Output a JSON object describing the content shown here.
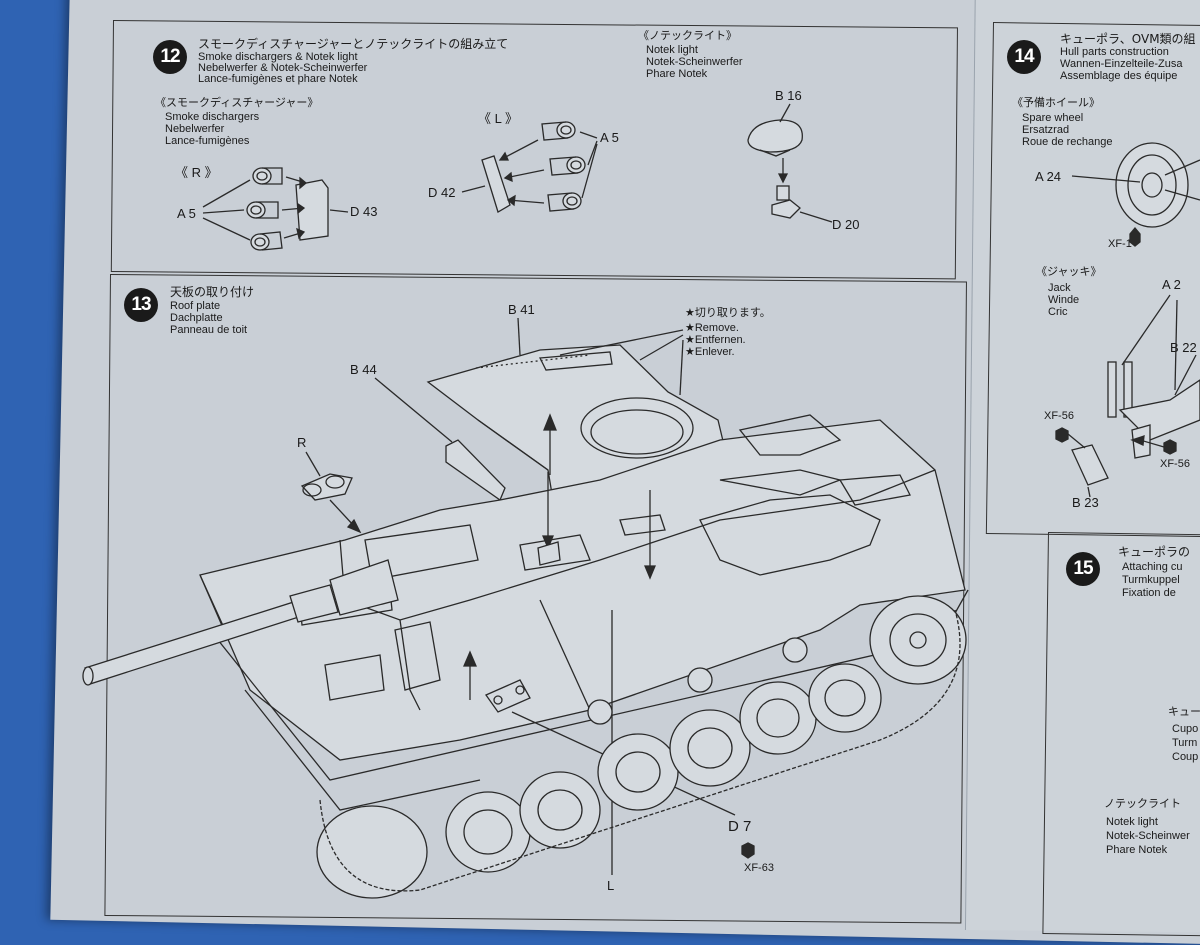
{
  "step12": {
    "number": "12",
    "title_ja": "スモークディスチャージャーとノテックライトの組み立て",
    "title_en": "Smoke dischargers & Notek light",
    "title_de": "Nebelwerfer & Notek-Scheinwerfer",
    "title_fr": "Lance-fumigènes et phare Notek",
    "smoke": {
      "ja": "《スモークディスチャージャー》",
      "en": "Smoke dischargers",
      "de": "Nebelwerfer",
      "fr": "Lance-fumigènes",
      "side_r": "《 R 》",
      "side_l": "《 L 》"
    },
    "notek": {
      "ja": "《ノテックライト》",
      "en": "Notek light",
      "de": "Notek-Scheinwerfer",
      "fr": "Phare Notek"
    },
    "parts": {
      "a5_left": "A 5",
      "d43": "D 43",
      "d42": "D 42",
      "a5_right": "A 5",
      "b16": "B 16",
      "d20": "D 20"
    }
  },
  "step13": {
    "number": "13",
    "title_ja": "天板の取り付け",
    "title_en": "Roof plate",
    "title_de": "Dachplatte",
    "title_fr": "Panneau de toit",
    "note_ja": "★切り取ります。",
    "note_en": "★Remove.",
    "note_de": "★Entfernen.",
    "note_fr": "★Enlever.",
    "parts": {
      "b41": "B 41",
      "b44": "B 44",
      "r": "R",
      "l": "L",
      "d7": "D 7",
      "xf63": "XF-63"
    }
  },
  "step14": {
    "number": "14",
    "title_ja": "キューポラ、OVM類の組",
    "title_en": "Hull parts construction",
    "title_de": "Wannen-Einzelteile-Zusa",
    "title_fr": "Assemblage des équipe",
    "spare": {
      "ja": "《予備ホイール》",
      "en": "Spare wheel",
      "de": "Ersatzrad",
      "fr": "Roue de rechange"
    },
    "jack": {
      "ja": "《ジャッキ》",
      "en": "Jack",
      "de": "Winde",
      "fr": "Cric"
    },
    "parts": {
      "a24": "A 24",
      "xf1": "XF-1",
      "a2": "A 2",
      "b22": "B 22",
      "xf56_left": "XF-56",
      "xf56_right": "XF-56",
      "b23": "B 23"
    }
  },
  "step15": {
    "number": "15",
    "title_ja": "キューポラの",
    "title_en": "Attaching cu",
    "title_de": "Turmkuppel",
    "title_fr": "Fixation de",
    "sub_ja": "キュー",
    "sub_en": "Cupo",
    "sub_de": "Turm",
    "sub_fr": "Coup",
    "notek_ja": "ノテックライト",
    "notek_en": "Notek light",
    "notek_de": "Notek-Scheinwer",
    "notek_fr": "Phare Notek"
  }
}
